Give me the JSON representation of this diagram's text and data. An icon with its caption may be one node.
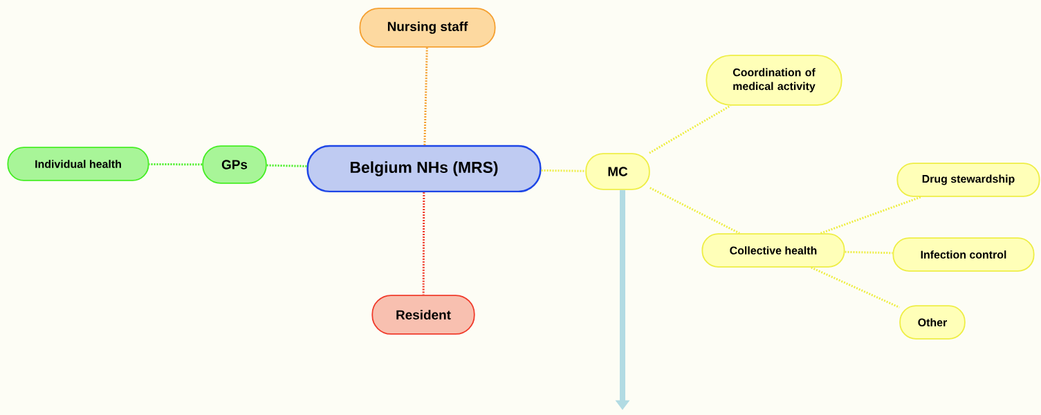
{
  "diagram": {
    "nodes": [
      {
        "text": [
          "Nursing staff"
        ]
      },
      {
        "text": [
          "Individual health"
        ]
      },
      {
        "text": [
          "GPs"
        ]
      },
      {
        "text": [
          "Belgium NHs (MRS)"
        ]
      },
      {
        "text": [
          "Coordination of medical activity"
        ]
      },
      {
        "text": [
          "MC"
        ]
      },
      {
        "text": [
          "Drug stewardship"
        ]
      },
      {
        "text": [
          "Collective health"
        ]
      },
      {
        "text": [
          "Infection control"
        ]
      },
      {
        "text": [
          "Resident"
        ]
      },
      {
        "text": [
          "Other"
        ]
      }
    ],
    "edges": [
      {
        "from": 3,
        "to": 0,
        "arrow": "none",
        "style": "dashed",
        "color": "#f5a030"
      },
      {
        "from": 2,
        "to": 1,
        "arrow": "none",
        "style": "dashed",
        "color": "#44ee22"
      },
      {
        "from": 3,
        "to": 2,
        "arrow": "none",
        "style": "dashed",
        "color": "#44ee22"
      },
      {
        "from": 3,
        "to": 9,
        "arrow": "none",
        "style": "dashed",
        "color": "#f03a2a"
      },
      {
        "from": 3,
        "to": 5,
        "arrow": "none",
        "style": "dashed"
      },
      {
        "from": 5,
        "to": 4,
        "arrow": "none",
        "style": "dashed"
      },
      {
        "from": 5,
        "to": 7,
        "arrow": "none",
        "style": "dashed"
      },
      {
        "from": 7,
        "to": 6,
        "arrow": "none",
        "style": "dashed"
      },
      {
        "from": 7,
        "to": 8,
        "arrow": "none",
        "style": "dashed"
      },
      {
        "from": 7,
        "to": 10,
        "arrow": "none",
        "style": "dashed"
      },
      {
        "from": 5,
        "to": null,
        "arrow": "to",
        "style": "thick",
        "color": "#b2dbe3"
      }
    ]
  }
}
